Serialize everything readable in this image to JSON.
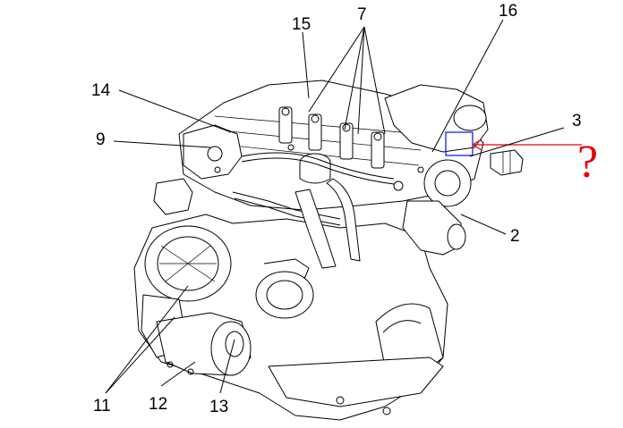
{
  "diagram": {
    "labels": {
      "l2": "2",
      "l3": "3",
      "l7": "7",
      "l9": "9",
      "l11": "11",
      "l12": "12",
      "l13": "13",
      "l14": "14",
      "l15": "15",
      "l16": "16"
    },
    "annotation": {
      "mark": "?",
      "color": "#e60000",
      "highlight_color": "#1a1aff"
    }
  }
}
